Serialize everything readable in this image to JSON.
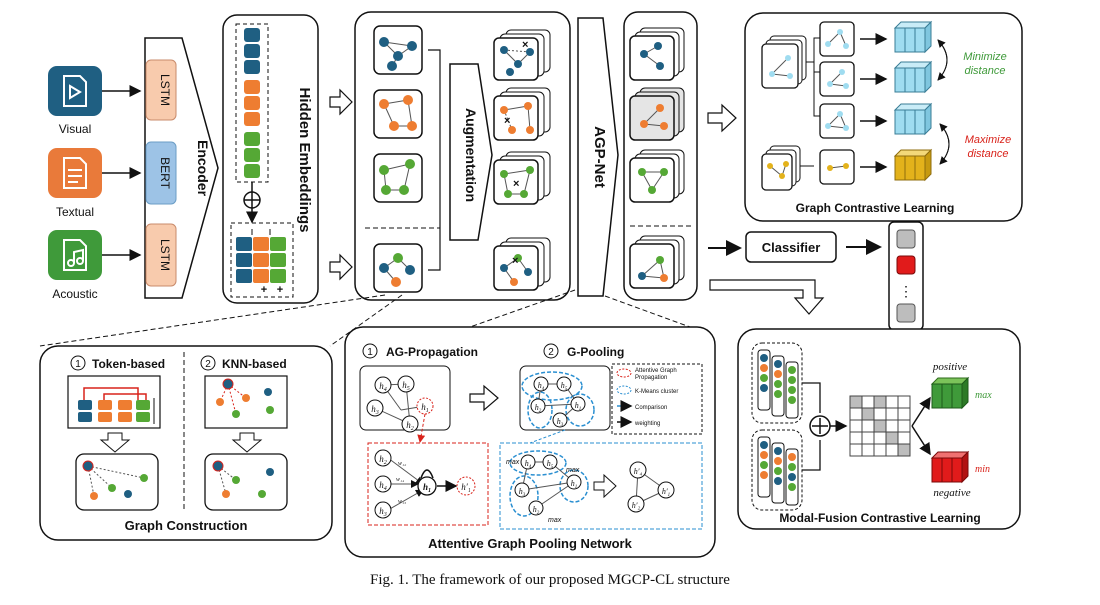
{
  "colors": {
    "visual": "#1f5f82",
    "textual": "#e97a3a",
    "acoustic": "#3f9a3a",
    "lstm": "#f8cbad",
    "bert": "#9dc3e6",
    "navy": "#1f5f82",
    "orange": "#ee7d31",
    "green": "#55a835",
    "red": "#d9231b",
    "cyan": "#9fdcf0",
    "gold": "#e3b21b",
    "gray": "#bdbdbd",
    "dashblue": "#2a8fd1"
  },
  "modalities": [
    "Visual",
    "Textual",
    "Acoustic"
  ],
  "encoders": [
    "LSTM",
    "BERT",
    "LSTM"
  ],
  "labels": {
    "encoder": "Encoder",
    "hidden": "Hidden Embeddings",
    "augmentation": "Augmentation",
    "agp": "AGP-Net",
    "classifier": "Classifier",
    "gcl": "Graph Contrastive Learning",
    "minimize": [
      "Minimize",
      "distance"
    ],
    "maximize": [
      "Maximize",
      "distance"
    ],
    "mfcl": "Modal-Fusion Contrastive Learning",
    "positive": "positive",
    "negative": "negative",
    "max": "max",
    "min": "min",
    "graph_construction": "Graph  Construction",
    "token_based": "Token-based",
    "knn_based": "KNN-based",
    "agpn": "Attentive Graph Pooling Network",
    "ag_propagation": "AG-Propagation",
    "g_pooling": "G-Pooling",
    "num1": "1",
    "num2": "2",
    "legend": [
      "Attentive Graph",
      "Propagation",
      "K-Means cluster",
      "Comparison",
      "weighting"
    ],
    "dots": "⋮",
    "plus": "+"
  },
  "nodes": {
    "h1": "h",
    "h2": "h",
    "h3": "h",
    "h4": "h",
    "h5": "h",
    "s1": "1",
    "s2": "2",
    "s3": "3",
    "s4": "4",
    "s5": "5",
    "w12": "w₁₂",
    "w14": "w₁₄",
    "w13": "w₁₃",
    "hp1": "h′₁",
    "hp2": "h′₂",
    "hp4": "h′₄"
  },
  "caption": "Fig. 1. The framework of our proposed MGCP-CL structure"
}
